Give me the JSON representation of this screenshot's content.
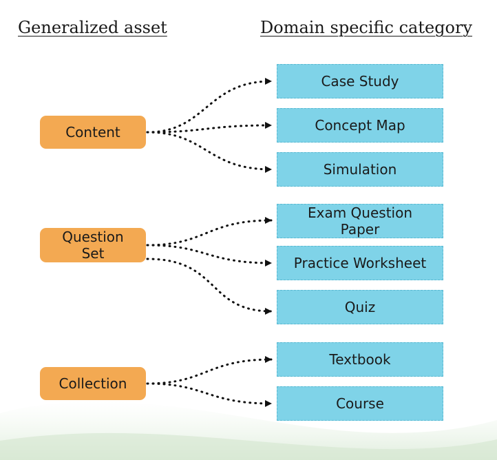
{
  "headings": {
    "left": "Generalized asset",
    "right": "Domain specific category"
  },
  "assets": {
    "content": "Content",
    "question_set": "Question Set",
    "collection": "Collection"
  },
  "categories": {
    "case_study": "Case Study",
    "concept_map": "Concept Map",
    "simulation": "Simulation",
    "exam_question_paper": "Exam Question Paper",
    "practice_worksheet": "Practice Worksheet",
    "quiz": "Quiz",
    "textbook": "Textbook",
    "course": "Course"
  },
  "colors": {
    "asset_fill": "#f3a952",
    "category_fill": "#7fd3e8",
    "category_border": "#59b9d2",
    "connector": "#111111"
  }
}
